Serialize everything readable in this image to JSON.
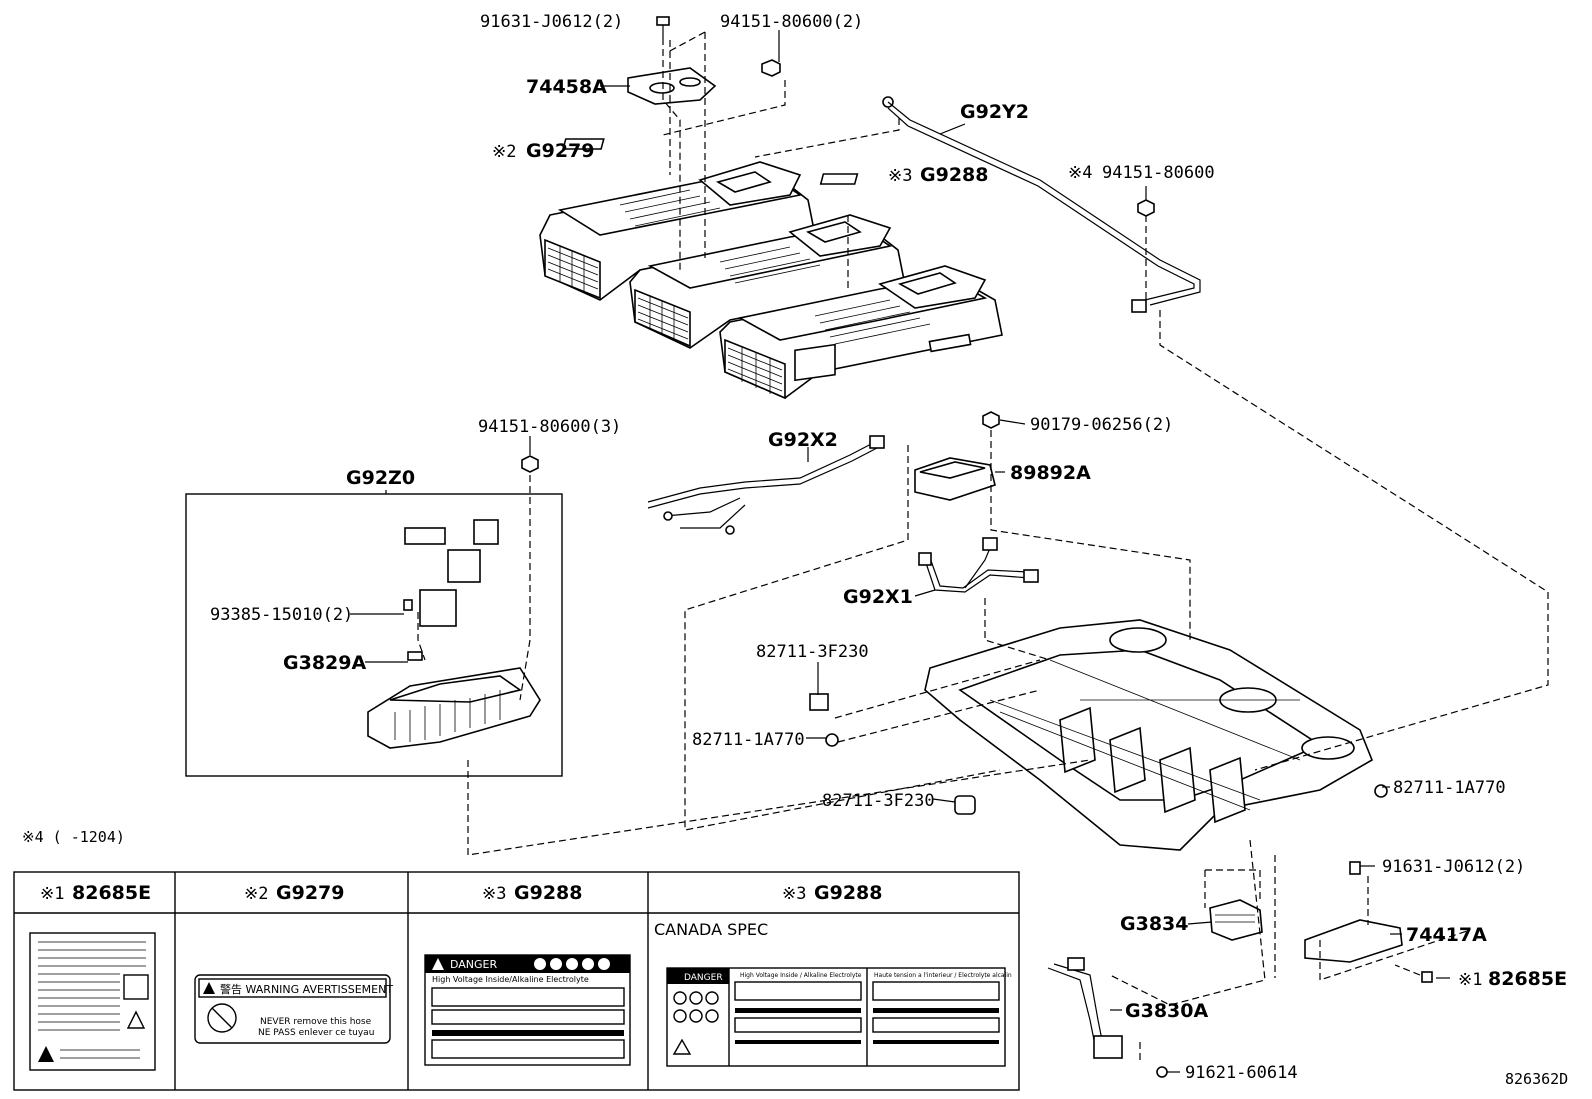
{
  "labels": {
    "p91631_top": "91631-J0612(2)",
    "p94151_top": "94151-80600(2)",
    "p74458A": "74458A",
    "p92Y2": "G92Y2",
    "p9279_mark": "※2",
    "p9279": "G9279",
    "p9288_mark": "※3",
    "p9288": "G9288",
    "p94151_r_mark": "※4",
    "p94151_r": "94151-80600",
    "p94151_3": "94151-80600(3)",
    "p92Z0": "G92Z0",
    "p92X2": "G92X2",
    "p90179": "90179-06256(2)",
    "p89892A": "89892A",
    "p93385": "93385-15010(2)",
    "p3829A": "G3829A",
    "p92X1": "G92X1",
    "p82711_3F230_a": "82711-3F230",
    "p82711_1A770_a": "82711-1A770",
    "p82711_1A770_b": "82711-1A770",
    "p82711_3F230_b": "82711-3F230",
    "p91631_right": "91631-J0612(2)",
    "p74417A": "74417A",
    "p3834": "G3834",
    "p82685E_mark": "※1",
    "p82685E": "82685E",
    "p3830A": "G3830A",
    "p91621": "91621-60614",
    "note4": "※4 (    -1204)",
    "diagram_id": "826362D"
  },
  "table": {
    "headers": [
      {
        "mark": "※1",
        "part": "82685E"
      },
      {
        "mark": "※2",
        "part": "G9279"
      },
      {
        "mark": "※3",
        "part": "G9288"
      },
      {
        "mark": "※3",
        "part": "G9288"
      }
    ],
    "canada_spec": "CANADA SPEC",
    "label2_title": "警告 WARNING AVERTISSEMENT",
    "label2_line1": "NEVER remove this hose",
    "label2_line2": "NE PASS enlever ce tuyau",
    "label3_title": "DANGER",
    "label3_sub": "High Voltage Inside/Alkaline Electrolyte",
    "label4_title": "DANGER",
    "label4_col1": "High Voltage Inside / Alkaline Electrolyte",
    "label4_col2": "Haute tension a l'interieur / Electrolyte alcalin"
  }
}
